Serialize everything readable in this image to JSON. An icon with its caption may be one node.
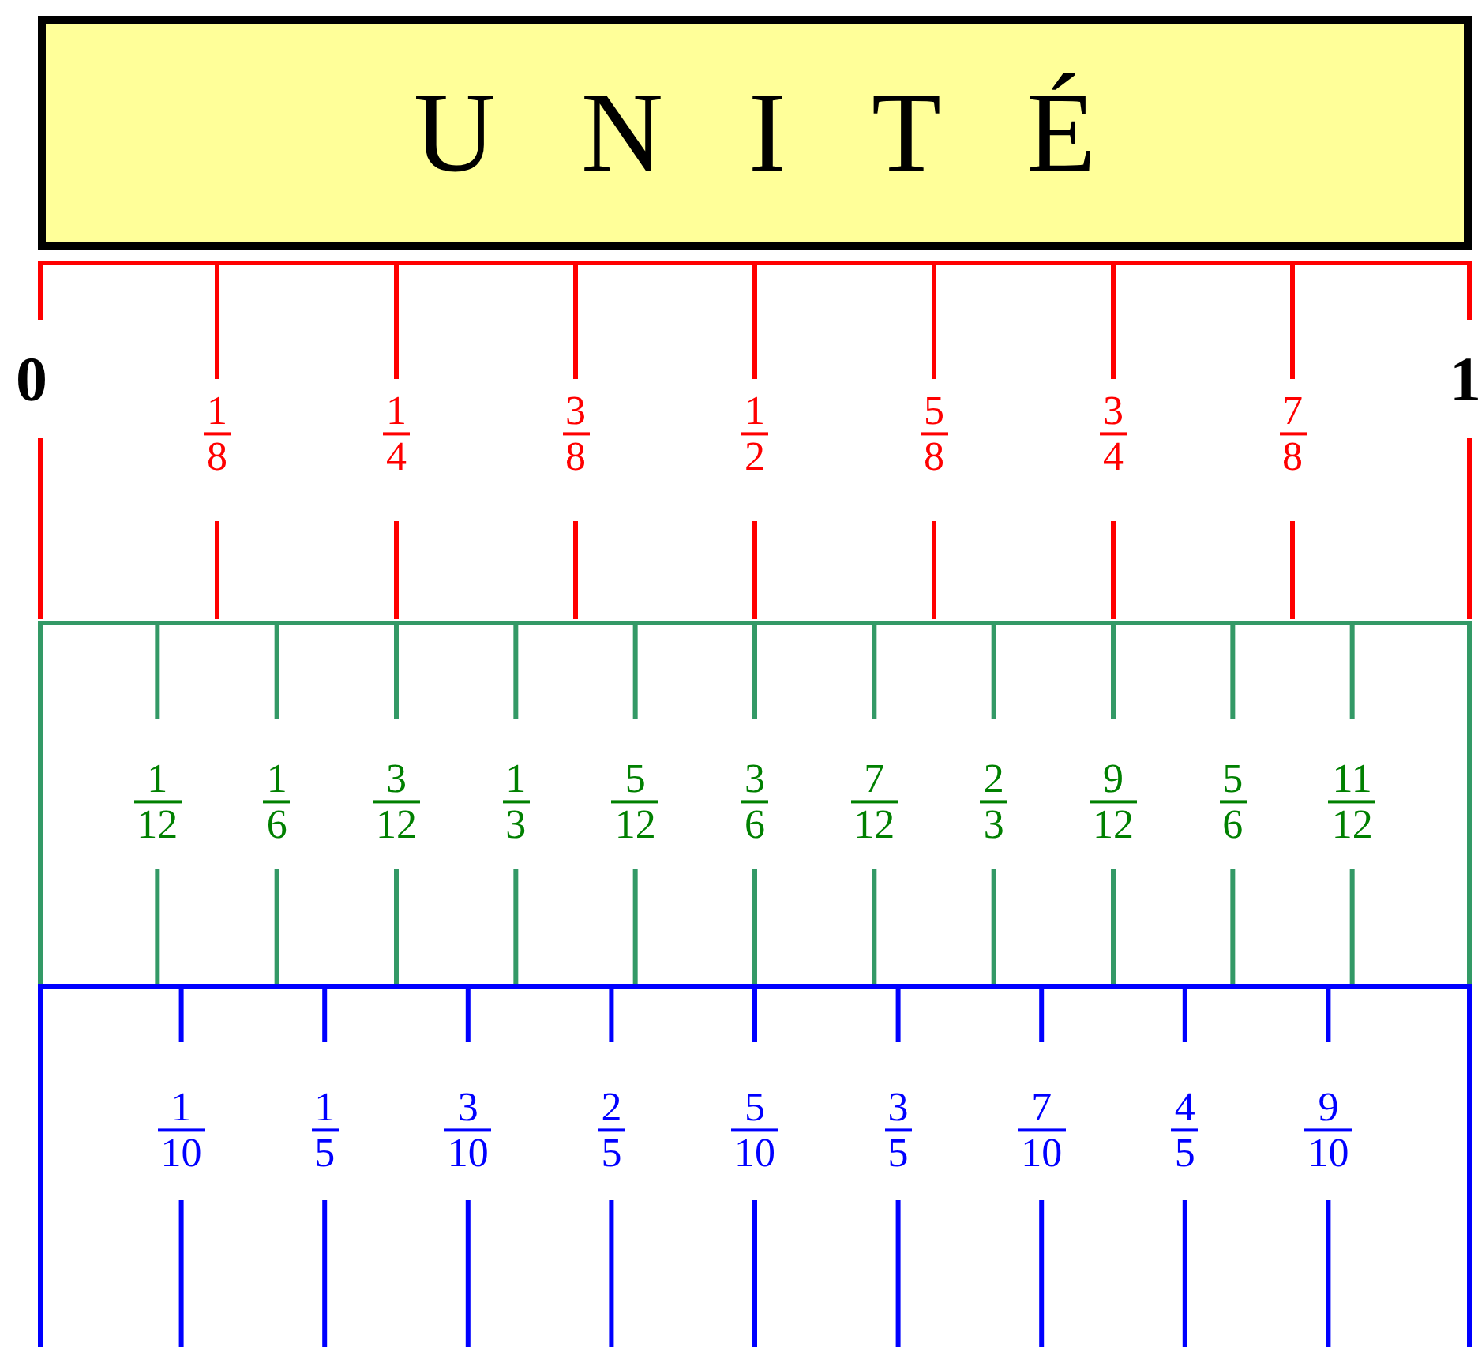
{
  "diagram": {
    "nodes": [
      {
        "text": [
          "UNITÉ"
        ]
      },
      {
        "text": [
          "1 8",
          "1 4",
          "3 8",
          "1 2",
          "5 8",
          "3 4",
          "7 8"
        ]
      },
      {
        "text": [
          "1 12",
          "1 6",
          "3 12",
          "1 3",
          "5 12",
          "3 6",
          "7 12",
          "2 3",
          "9 12",
          "5 6",
          "11 12"
        ]
      },
      {
        "text": [
          "1 10",
          "1 5",
          "3 10",
          "2 5",
          "5 10",
          "3 5",
          "7 10",
          "4 5",
          "9 10"
        ]
      }
    ],
    "labels": [
      "0",
      "1"
    ]
  }
}
